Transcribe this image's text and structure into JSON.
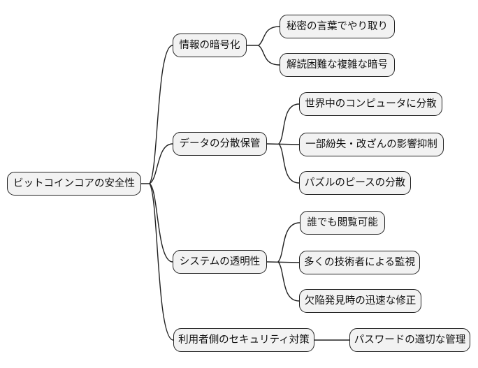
{
  "diagram": {
    "type": "mindmap",
    "root": {
      "label": "ビットコインコアの安全性"
    },
    "branches": [
      {
        "label": "情報の暗号化",
        "children": [
          "秘密の言葉でやり取り",
          "解読困難な複雑な暗号"
        ]
      },
      {
        "label": "データの分散保管",
        "children": [
          "世界中のコンピュータに分散",
          "一部紛失・改ざんの影響抑制",
          "パズルのピースの分散"
        ]
      },
      {
        "label": "システムの透明性",
        "children": [
          "誰でも閲覧可能",
          "多くの技術者による監視",
          "欠陥発見時の迅速な修正"
        ]
      },
      {
        "label": "利用者側のセキュリティ対策",
        "children": [
          "パスワードの適切な管理"
        ]
      }
    ],
    "colors": {
      "background": "#ffffff",
      "node_fill": "#f2f2f2",
      "node_border": "#222222",
      "connector": "#222222",
      "text": "#111111"
    }
  }
}
